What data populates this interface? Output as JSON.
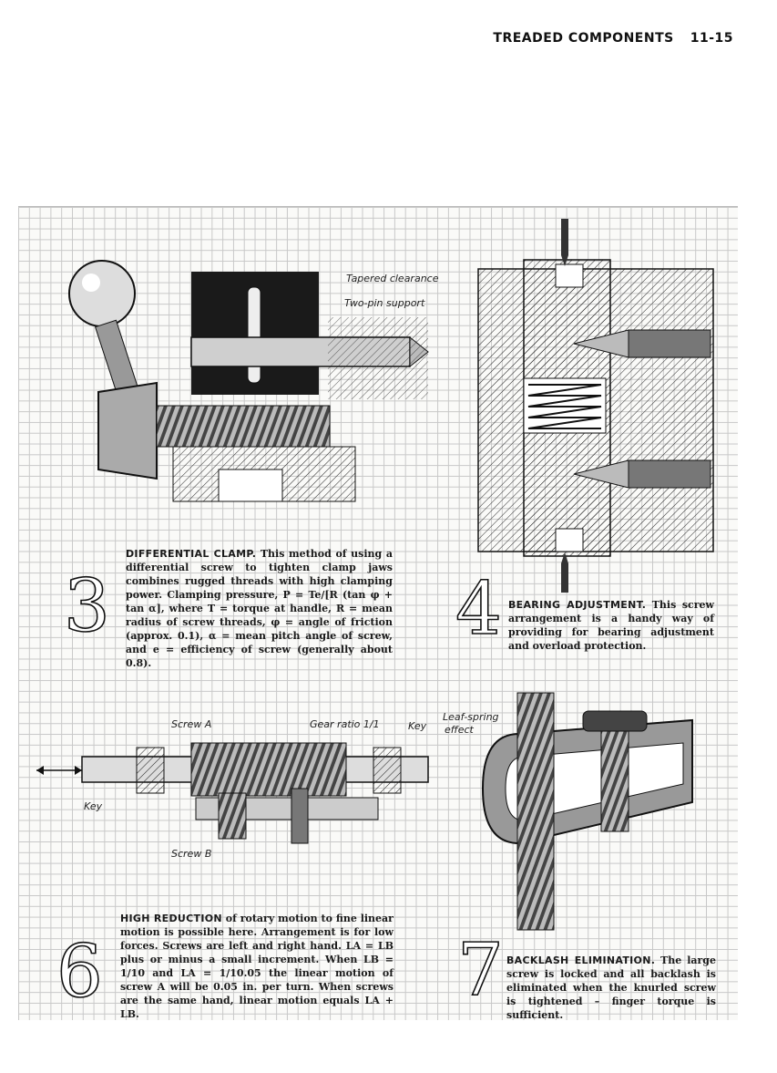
{
  "header": {
    "title": "TREADED COMPONENTS",
    "page": "11-15"
  },
  "fig3": {
    "number": "3",
    "labels": {
      "tapered": "Tapered clearance",
      "twopin": "Two-pin support"
    },
    "title": "DIFFERENTIAL CLAMP.",
    "body": "This method of using a differential screw to tighten clamp jaws combines rugged threads with high clamping power. Clamping pressure, P = Te/[R (tan φ + tan α], where T = torque at handle, R = mean radius of screw threads, φ = angle of friction (approx. 0.1), α = mean pitch angle of screw, and e = efficiency of screw (generally about 0.8)."
  },
  "fig4": {
    "number": "4",
    "title": "BEARING ADJUSTMENT.",
    "body": "This screw arrangement is a handy way of providing for bearing adjustment and overload protection."
  },
  "fig6": {
    "number": "6",
    "labels": {
      "screwA": "Screw A",
      "gear": "Gear ratio 1/1",
      "key1": "Key",
      "key2": "Key",
      "screwB": "Screw B"
    },
    "title": "HIGH REDUCTION",
    "body": "of rotary motion to fine linear motion is possible here. Arrangement is for low forces. Screws are left and right hand. LA = LB plus or minus a small increment. When LB = 1/10 and LA = 1/10.05 the linear motion of screw A will be 0.05 in. per turn. When screws are the same hand, linear motion equals LA + LB."
  },
  "fig7": {
    "number": "7",
    "labels": {
      "leaf1": "Leaf-spring",
      "leaf2": "effect"
    },
    "title": "BACKLASH ELIMINATION.",
    "body": "The large screw is locked and all backlash is eliminated when the knurled screw is tightened – finger torque is sufficient."
  }
}
